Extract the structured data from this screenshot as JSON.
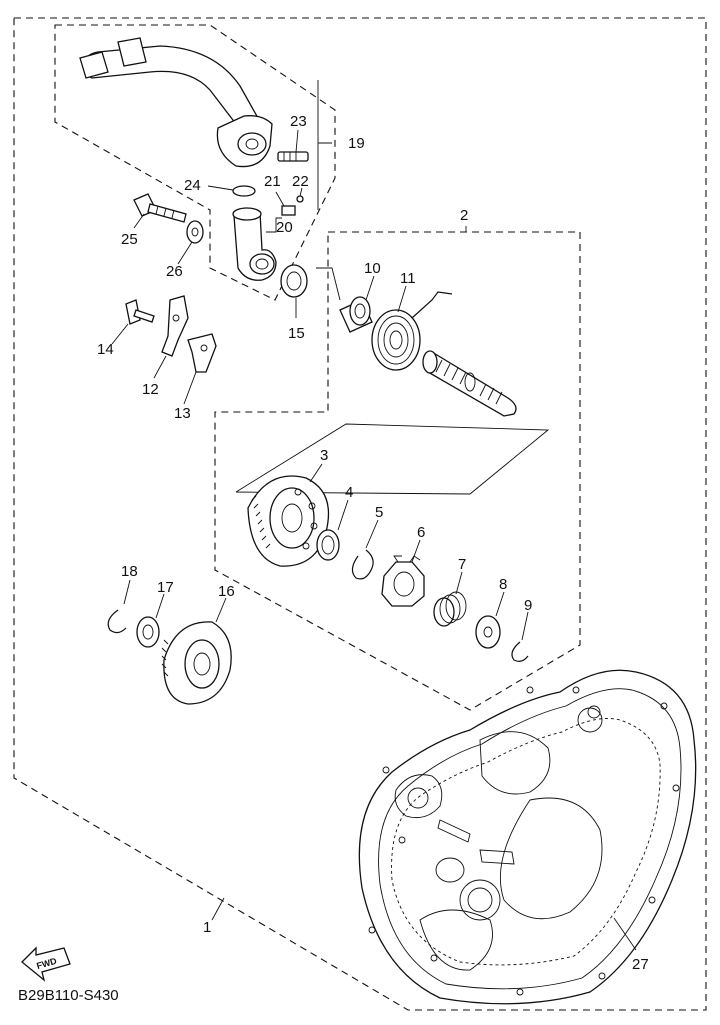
{
  "diagram_code": "B29B110-S430",
  "fwd_label": "FWD",
  "callouts": {
    "c1": "1",
    "c2": "2",
    "c3": "3",
    "c4": "4",
    "c5": "5",
    "c6": "6",
    "c7": "7",
    "c8": "8",
    "c9": "9",
    "c10": "10",
    "c11": "11",
    "c12": "12",
    "c13": "13",
    "c14": "14",
    "c15": "15",
    "c16": "16",
    "c17": "17",
    "c18": "18",
    "c19": "19",
    "c20": "20",
    "c21": "21",
    "c22": "22",
    "c23": "23",
    "c24": "24",
    "c25": "25",
    "c26": "26",
    "c27": "27"
  }
}
